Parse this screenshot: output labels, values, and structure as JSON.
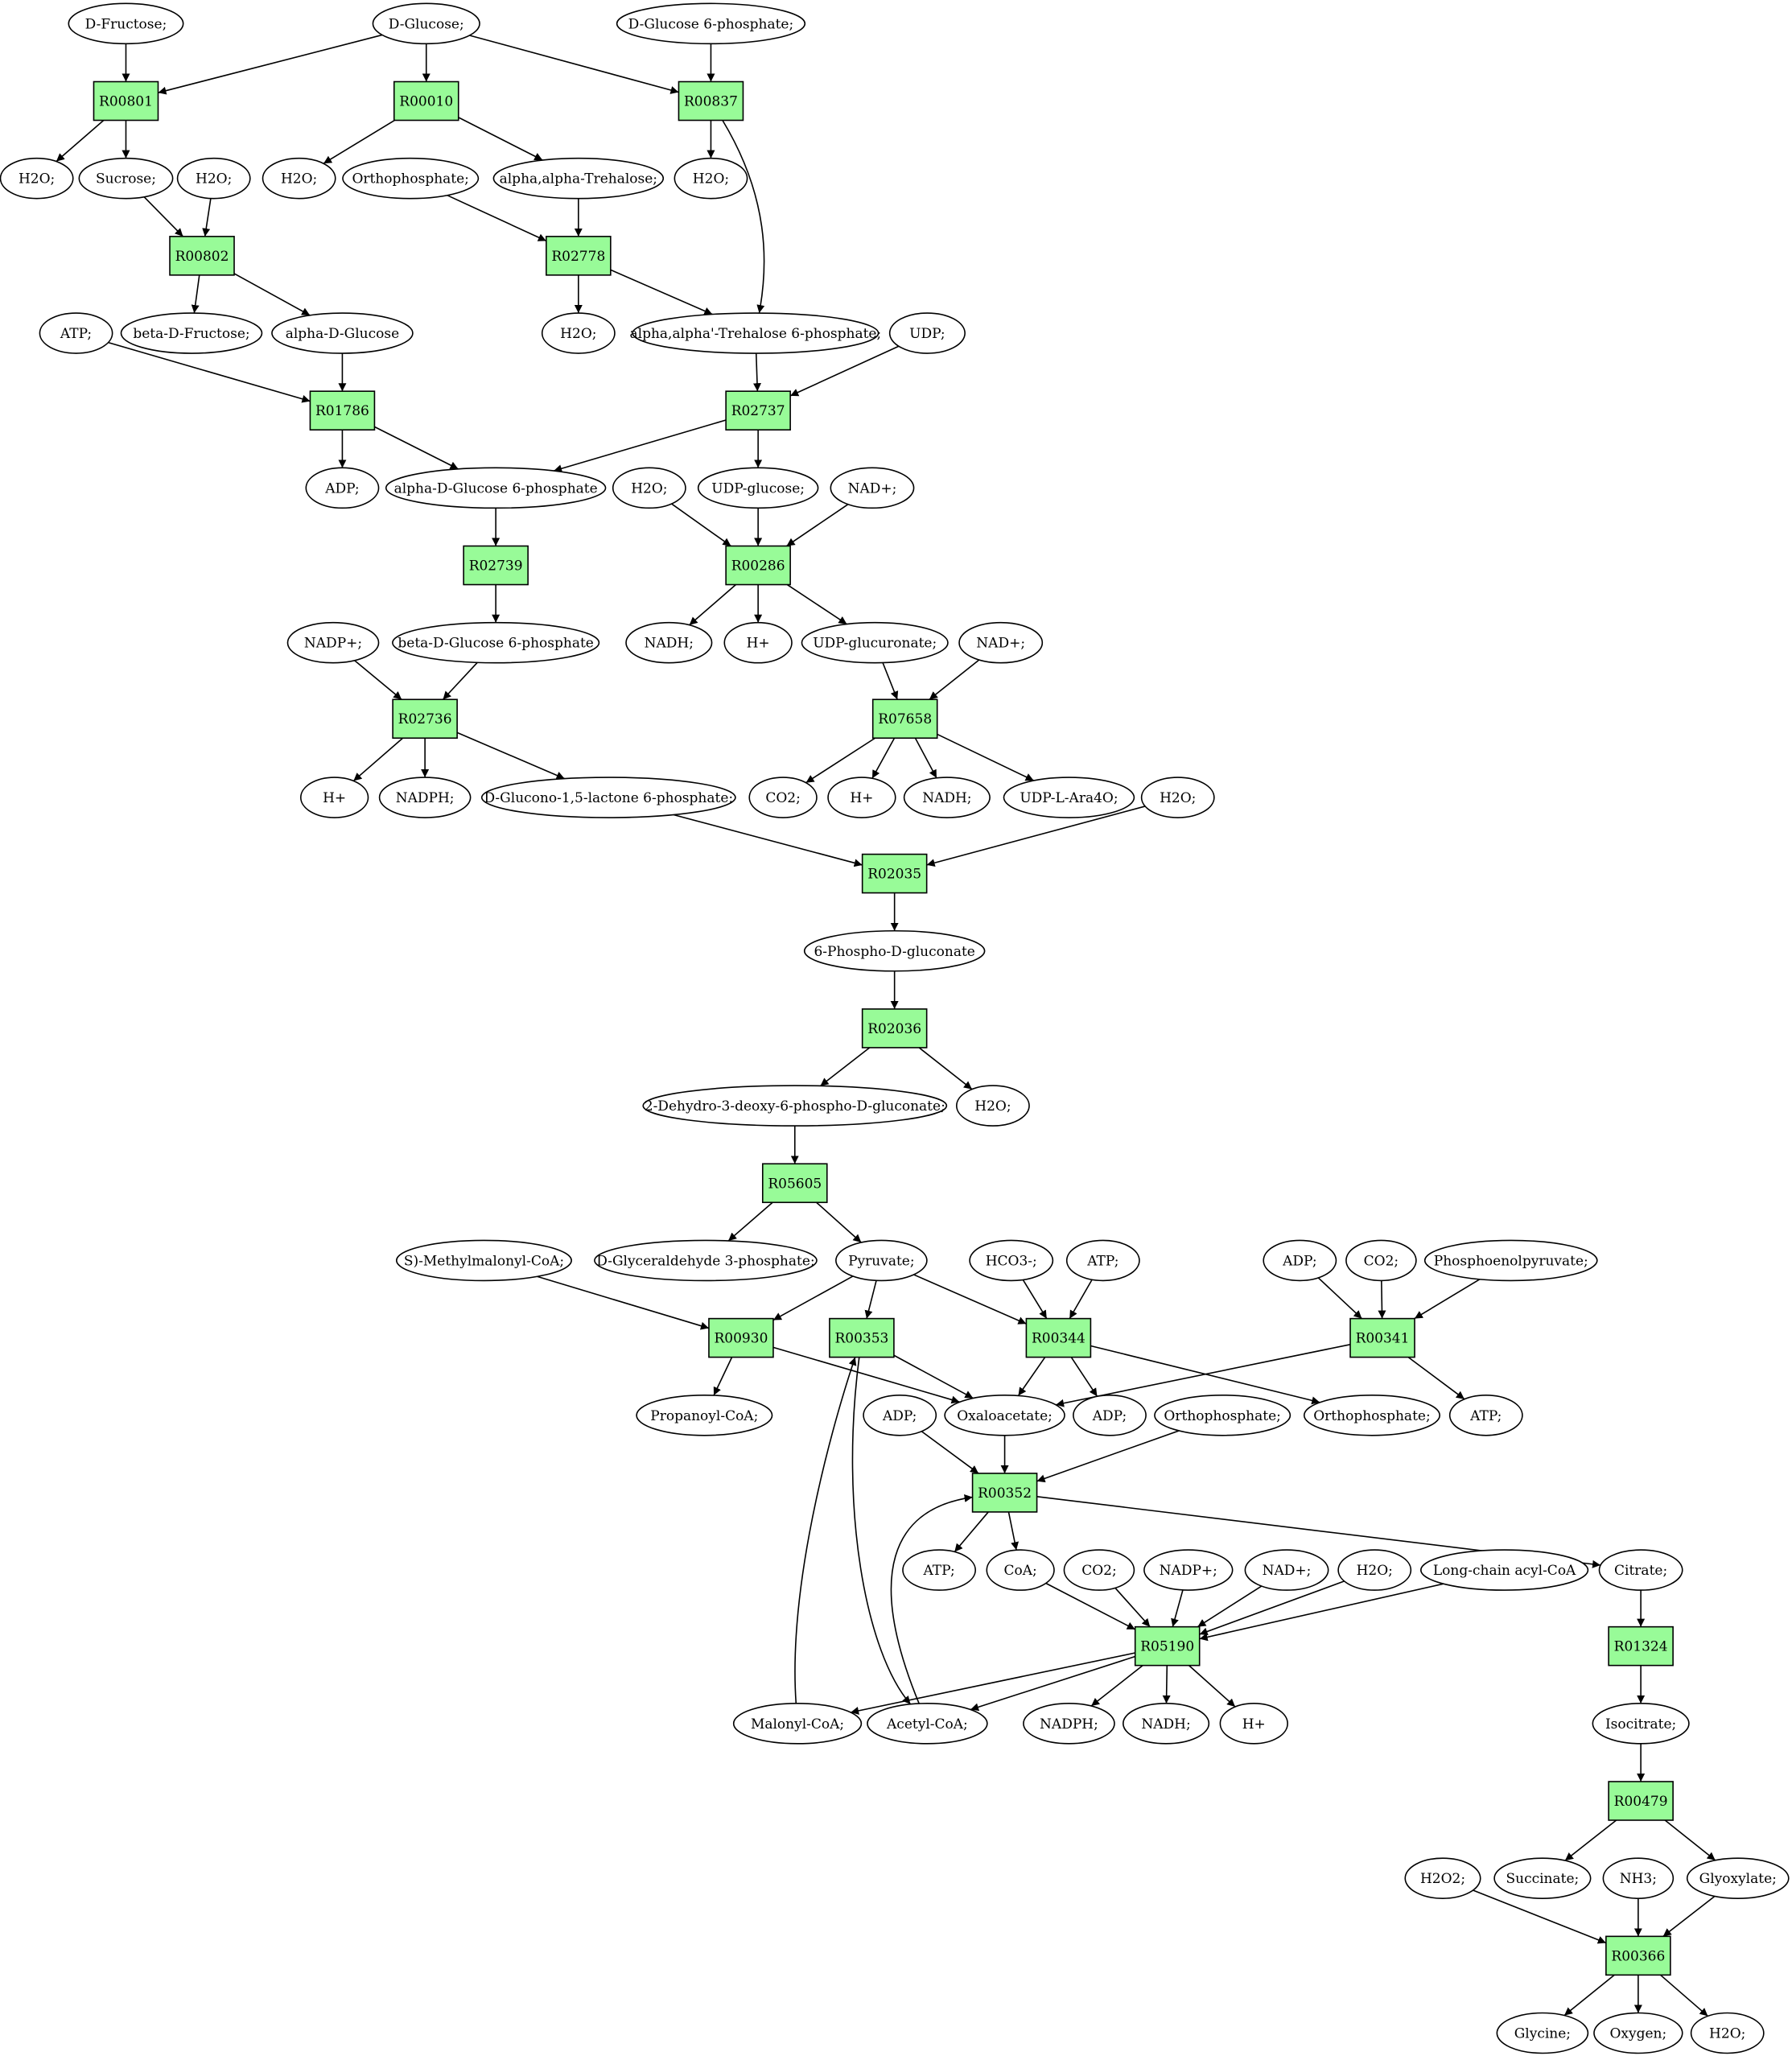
{
  "colors": {
    "start": "#00ff00",
    "target": "#ffff00",
    "reaction": "#98fb98",
    "compound": "#ffffff"
  },
  "nodes": {
    "c_dfructose": {
      "label": "D-Fructose;"
    },
    "c_dglucose": {
      "label": "D-Glucose;",
      "color": "start"
    },
    "c_dg6p": {
      "label": "D-Glucose 6-phosphate;"
    },
    "r00801": {
      "label": "R00801",
      "kind": "reaction"
    },
    "r00010": {
      "label": "R00010",
      "kind": "reaction"
    },
    "r00837": {
      "label": "R00837",
      "kind": "reaction"
    },
    "c_h2o_1": {
      "label": "H2O;"
    },
    "c_sucrose": {
      "label": "Sucrose;"
    },
    "c_h2o_2": {
      "label": "H2O;"
    },
    "c_h2o_3": {
      "label": "H2O;"
    },
    "c_orthophosphate_1": {
      "label": "Orthophosphate;"
    },
    "c_trehalose": {
      "label": "alpha,alpha-Trehalose;"
    },
    "c_h2o_4": {
      "label": "H2O;"
    },
    "r00802": {
      "label": "R00802",
      "kind": "reaction"
    },
    "r02778": {
      "label": "R02778",
      "kind": "reaction"
    },
    "c_atp_1": {
      "label": "ATP;"
    },
    "c_bdfructose": {
      "label": "beta-D-Fructose;"
    },
    "c_adglucose": {
      "label": "alpha-D-Glucose"
    },
    "c_h2o_5": {
      "label": "H2O;"
    },
    "c_tre6p": {
      "label": "alpha,alpha'-Trehalose 6-phosphate;"
    },
    "c_udp": {
      "label": "UDP;"
    },
    "r01786": {
      "label": "R01786",
      "kind": "reaction"
    },
    "r02737": {
      "label": "R02737",
      "kind": "reaction"
    },
    "c_adp_1": {
      "label": "ADP;"
    },
    "c_adg6p": {
      "label": "alpha-D-Glucose 6-phosphate"
    },
    "c_h2o_6": {
      "label": "H2O;"
    },
    "c_udpglucose": {
      "label": "UDP-glucose;"
    },
    "c_nad_1": {
      "label": "NAD+;"
    },
    "r02739": {
      "label": "R02739",
      "kind": "reaction"
    },
    "r00286": {
      "label": "R00286",
      "kind": "reaction"
    },
    "c_nadh_1": {
      "label": "NADH;"
    },
    "c_hplus_1": {
      "label": "H+"
    },
    "c_udpglucuronate": {
      "label": "UDP-glucuronate;"
    },
    "c_nad_2": {
      "label": "NAD+;"
    },
    "c_nadp_1": {
      "label": "NADP+;"
    },
    "c_bdg6p": {
      "label": "beta-D-Glucose 6-phosphate"
    },
    "r02736": {
      "label": "R02736",
      "kind": "reaction"
    },
    "r07658": {
      "label": "R07658",
      "kind": "reaction"
    },
    "c_hplus_2": {
      "label": "H+"
    },
    "c_nadph_1": {
      "label": "NADPH;"
    },
    "c_glucono": {
      "label": "D-Glucono-1,5-lactone 6-phosphate;"
    },
    "c_co2_1": {
      "label": "CO2;"
    },
    "c_hplus_3": {
      "label": "H+"
    },
    "c_nadh_2": {
      "label": "NADH;"
    },
    "c_udparao": {
      "label": "UDP-L-Ara4O;"
    },
    "c_h2o_7": {
      "label": "H2O;"
    },
    "r02035": {
      "label": "R02035",
      "kind": "reaction"
    },
    "c_6pg": {
      "label": "6-Phospho-D-gluconate"
    },
    "r02036": {
      "label": "R02036",
      "kind": "reaction"
    },
    "c_kdpg": {
      "label": "2-Dehydro-3-deoxy-6-phospho-D-gluconate;"
    },
    "c_h2o_8": {
      "label": "H2O;"
    },
    "r05605": {
      "label": "R05605",
      "kind": "reaction"
    },
    "c_smethylmalonyl": {
      "label": "S)-Methylmalonyl-CoA;"
    },
    "c_g3p": {
      "label": "D-Glyceraldehyde 3-phosphate;"
    },
    "c_pyruvate": {
      "label": "Pyruvate;"
    },
    "c_hco3": {
      "label": "HCO3-;"
    },
    "c_atp_2": {
      "label": "ATP;"
    },
    "c_adp_2": {
      "label": "ADP;"
    },
    "c_co2_2": {
      "label": "CO2;"
    },
    "c_pep": {
      "label": "Phosphoenolpyruvate;"
    },
    "r00930": {
      "label": "R00930",
      "kind": "reaction"
    },
    "r00353": {
      "label": "R00353",
      "kind": "reaction"
    },
    "r00344": {
      "label": "R00344",
      "kind": "reaction"
    },
    "r00341": {
      "label": "R00341",
      "kind": "reaction"
    },
    "c_propanoyl": {
      "label": "Propanoyl-CoA;"
    },
    "c_adp_3": {
      "label": "ADP;"
    },
    "c_oxaloacetate": {
      "label": "Oxaloacetate;"
    },
    "c_adp_4": {
      "label": "ADP;"
    },
    "c_orthophosphate_2": {
      "label": "Orthophosphate;"
    },
    "c_orthophosphate_3": {
      "label": "Orthophosphate;"
    },
    "c_atp_3": {
      "label": "ATP;"
    },
    "r00352": {
      "label": "R00352",
      "kind": "reaction"
    },
    "c_atp_4": {
      "label": "ATP;"
    },
    "c_coa": {
      "label": "CoA;"
    },
    "c_co2_3": {
      "label": "CO2;"
    },
    "c_nadp_2": {
      "label": "NADP+;"
    },
    "c_nad_3": {
      "label": "NAD+;"
    },
    "c_h2o_9": {
      "label": "H2O;"
    },
    "c_lcacyl": {
      "label": "Long-chain acyl-CoA"
    },
    "c_citrate": {
      "label": "Citrate;"
    },
    "r05190": {
      "label": "R05190",
      "kind": "reaction"
    },
    "r01324": {
      "label": "R01324",
      "kind": "reaction"
    },
    "c_malonyl": {
      "label": "Malonyl-CoA;"
    },
    "c_acetyl": {
      "label": "Acetyl-CoA;"
    },
    "c_nadph_2": {
      "label": "NADPH;"
    },
    "c_nadh_3": {
      "label": "NADH;"
    },
    "c_hplus_4": {
      "label": "H+"
    },
    "c_isocitrate": {
      "label": "Isocitrate;"
    },
    "r00479": {
      "label": "R00479",
      "kind": "reaction"
    },
    "c_h2o2": {
      "label": "H2O2;"
    },
    "c_succinate": {
      "label": "Succinate;"
    },
    "c_nh3": {
      "label": "NH3;"
    },
    "c_glyoxylate": {
      "label": "Glyoxylate;"
    },
    "r00366": {
      "label": "R00366",
      "kind": "reaction"
    },
    "c_glycine": {
      "label": "Glycine;",
      "color": "target"
    },
    "c_oxygen": {
      "label": "Oxygen;"
    },
    "c_h2o_10": {
      "label": "H2O;"
    }
  },
  "edges": [
    [
      "c_dfructose",
      "r00801"
    ],
    [
      "c_dglucose",
      "r00801"
    ],
    [
      "c_dglucose",
      "r00010"
    ],
    [
      "c_dglucose",
      "r00837"
    ],
    [
      "c_dg6p",
      "r00837"
    ],
    [
      "r00801",
      "c_h2o_1"
    ],
    [
      "r00801",
      "c_sucrose"
    ],
    [
      "r00010",
      "c_h2o_3"
    ],
    [
      "r00010",
      "c_trehalose"
    ],
    [
      "r00837",
      "c_h2o_4"
    ],
    [
      "r00837",
      "c_tre6p"
    ],
    [
      "c_sucrose",
      "r00802"
    ],
    [
      "c_h2o_2",
      "r00802"
    ],
    [
      "c_orthophosphate_1",
      "r02778"
    ],
    [
      "c_trehalose",
      "r02778"
    ],
    [
      "r00802",
      "c_bdfructose"
    ],
    [
      "r00802",
      "c_adglucose"
    ],
    [
      "r02778",
      "c_h2o_5"
    ],
    [
      "r02778",
      "c_tre6p"
    ],
    [
      "c_atp_1",
      "r01786"
    ],
    [
      "c_adglucose",
      "r01786"
    ],
    [
      "c_tre6p",
      "r02737"
    ],
    [
      "c_udp",
      "r02737"
    ],
    [
      "r01786",
      "c_adp_1"
    ],
    [
      "r01786",
      "c_adg6p"
    ],
    [
      "r02737",
      "c_adg6p"
    ],
    [
      "r02737",
      "c_udpglucose"
    ],
    [
      "c_adg6p",
      "r02739"
    ],
    [
      "r02739",
      "c_bdg6p"
    ],
    [
      "c_h2o_6",
      "r00286"
    ],
    [
      "c_udpglucose",
      "r00286"
    ],
    [
      "c_nad_1",
      "r00286"
    ],
    [
      "r00286",
      "c_nadh_1"
    ],
    [
      "r00286",
      "c_hplus_1"
    ],
    [
      "r00286",
      "c_udpglucuronate"
    ],
    [
      "c_nadp_1",
      "r02736"
    ],
    [
      "c_bdg6p",
      "r02736"
    ],
    [
      "c_udpglucuronate",
      "r07658"
    ],
    [
      "c_nad_2",
      "r07658"
    ],
    [
      "r02736",
      "c_hplus_2"
    ],
    [
      "r02736",
      "c_nadph_1"
    ],
    [
      "r02736",
      "c_glucono"
    ],
    [
      "r07658",
      "c_co2_1"
    ],
    [
      "r07658",
      "c_hplus_3"
    ],
    [
      "r07658",
      "c_nadh_2"
    ],
    [
      "r07658",
      "c_udparao"
    ],
    [
      "c_glucono",
      "r02035"
    ],
    [
      "c_h2o_7",
      "r02035"
    ],
    [
      "r02035",
      "c_6pg"
    ],
    [
      "c_6pg",
      "r02036"
    ],
    [
      "r02036",
      "c_kdpg"
    ],
    [
      "r02036",
      "c_h2o_8"
    ],
    [
      "c_kdpg",
      "r05605"
    ],
    [
      "r05605",
      "c_g3p"
    ],
    [
      "r05605",
      "c_pyruvate"
    ],
    [
      "c_smethylmalonyl",
      "r00930"
    ],
    [
      "c_pyruvate",
      "r00930"
    ],
    [
      "c_pyruvate",
      "r00353"
    ],
    [
      "c_pyruvate",
      "r00344"
    ],
    [
      "c_hco3",
      "r00344"
    ],
    [
      "c_atp_2",
      "r00344"
    ],
    [
      "c_adp_2",
      "r00341"
    ],
    [
      "c_co2_2",
      "r00341"
    ],
    [
      "c_pep",
      "r00341"
    ],
    [
      "r00930",
      "c_propanoyl"
    ],
    [
      "r00930",
      "c_oxaloacetate"
    ],
    [
      "r00353",
      "c_oxaloacetate"
    ],
    [
      "r00344",
      "c_oxaloacetate"
    ],
    [
      "r00344",
      "c_adp_4"
    ],
    [
      "r00344",
      "c_orthophosphate_3"
    ],
    [
      "r00341",
      "c_oxaloacetate"
    ],
    [
      "r00341",
      "c_atp_3"
    ],
    [
      "c_adp_3",
      "r00352"
    ],
    [
      "c_oxaloacetate",
      "r00352"
    ],
    [
      "c_orthophosphate_2",
      "r00352"
    ],
    [
      "r00352",
      "c_atp_4"
    ],
    [
      "r00352",
      "c_coa"
    ],
    [
      "r00352",
      "c_citrate"
    ],
    [
      "c_coa",
      "r05190"
    ],
    [
      "c_co2_3",
      "r05190"
    ],
    [
      "c_nadp_2",
      "r05190"
    ],
    [
      "c_nad_3",
      "r05190"
    ],
    [
      "c_h2o_9",
      "r05190"
    ],
    [
      "c_lcacyl",
      "r05190"
    ],
    [
      "r05190",
      "c_malonyl"
    ],
    [
      "r05190",
      "c_acetyl"
    ],
    [
      "r05190",
      "c_nadph_2"
    ],
    [
      "r05190",
      "c_nadh_3"
    ],
    [
      "r05190",
      "c_hplus_4"
    ],
    [
      "c_malonyl",
      "r00353"
    ],
    [
      "r00353",
      "c_acetyl"
    ],
    [
      "c_acetyl",
      "r00352"
    ],
    [
      "c_citrate",
      "r01324"
    ],
    [
      "r01324",
      "c_isocitrate"
    ],
    [
      "c_isocitrate",
      "r00479"
    ],
    [
      "r00479",
      "c_succinate"
    ],
    [
      "r00479",
      "c_glyoxylate"
    ],
    [
      "c_h2o2",
      "r00366"
    ],
    [
      "c_nh3",
      "r00366"
    ],
    [
      "c_glyoxylate",
      "r00366"
    ],
    [
      "r00366",
      "c_glycine"
    ],
    [
      "r00366",
      "c_oxygen"
    ],
    [
      "r00366",
      "c_h2o_10"
    ]
  ]
}
